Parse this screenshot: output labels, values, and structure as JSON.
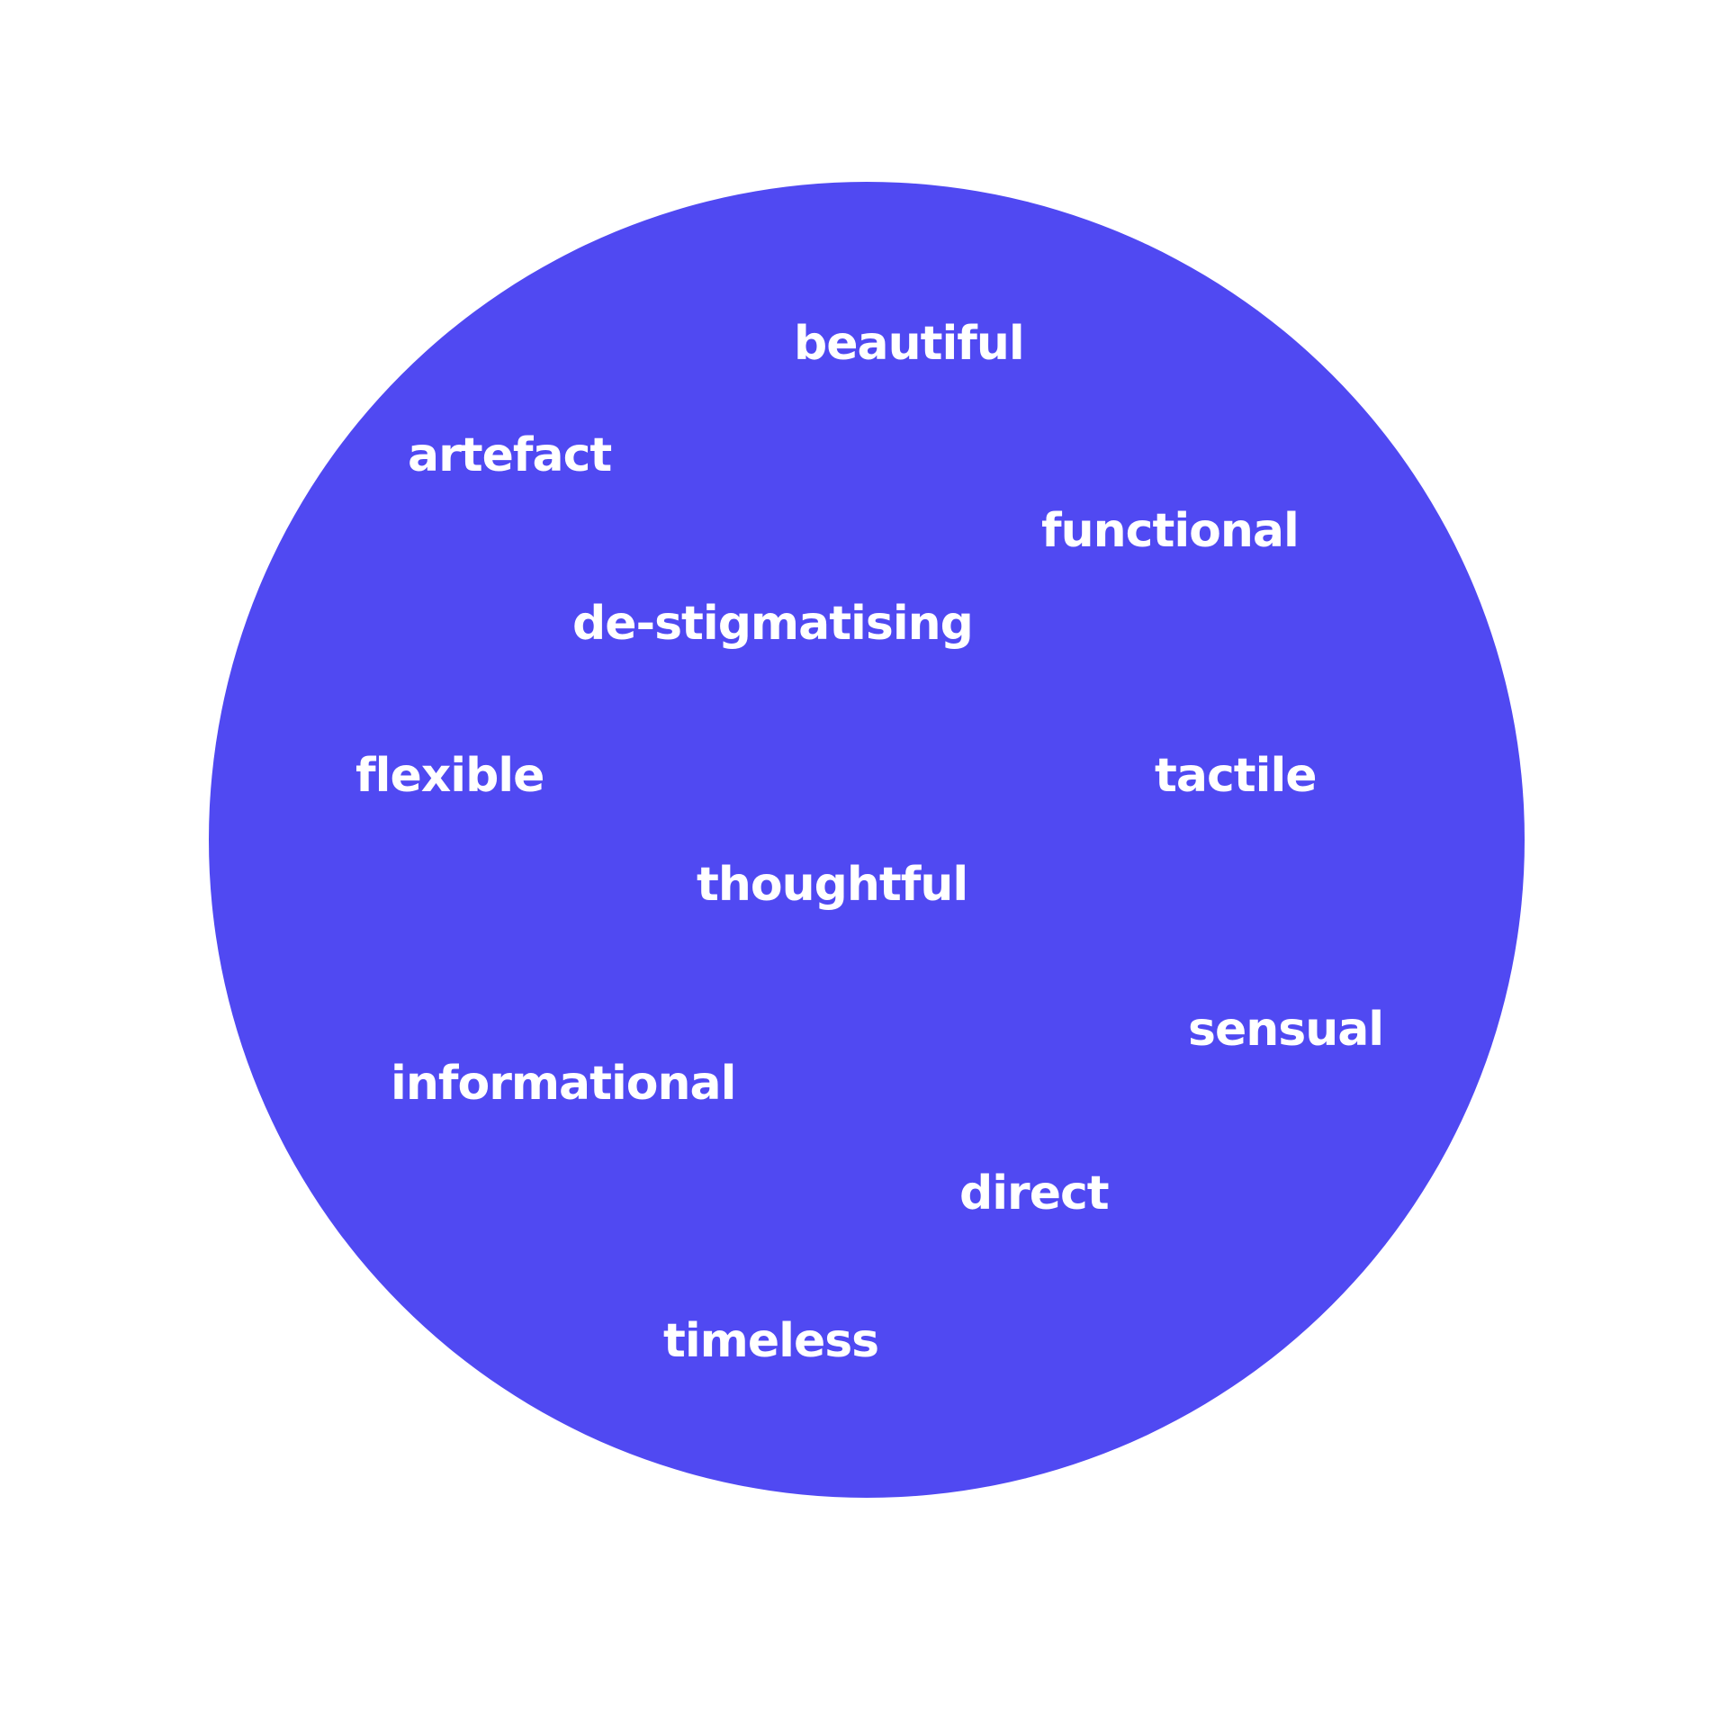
{
  "diagram": {
    "circle_color": "#5049f2",
    "text_color": "#ffffff",
    "words": [
      "beautiful",
      "artefact",
      "functional",
      "de-stigmatising",
      "flexible",
      "tactile",
      "thoughtful",
      "sensual",
      "informational",
      "direct",
      "timeless"
    ]
  }
}
